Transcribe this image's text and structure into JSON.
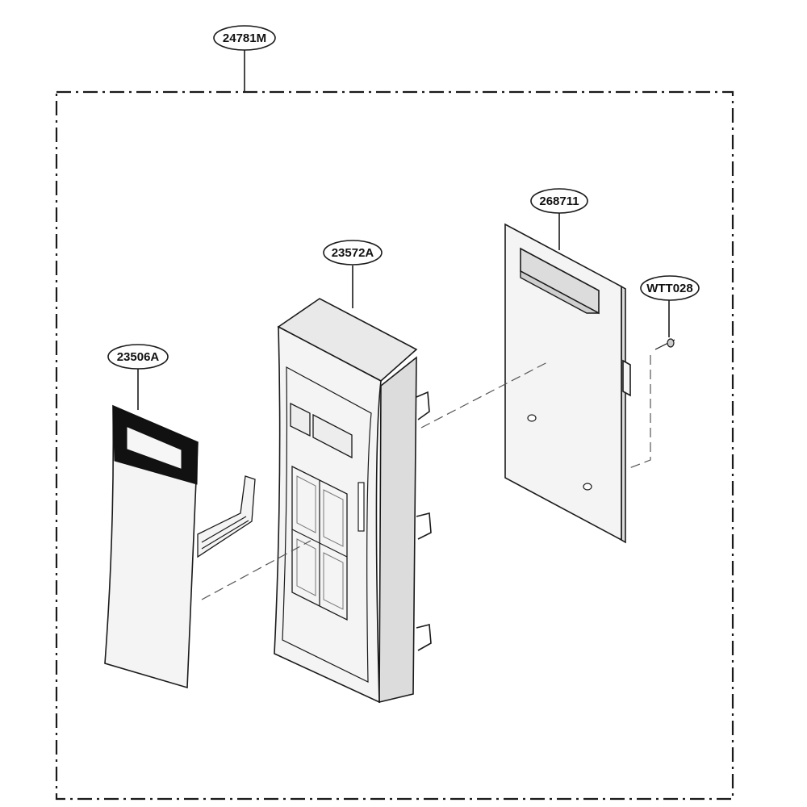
{
  "labels": {
    "assembly": "24781M",
    "board": "268711",
    "screw": "WTT028",
    "panel": "23572A",
    "membrane": "23506A"
  },
  "colors": {
    "line": "#1a1a1a",
    "membrane_top": "#111111"
  }
}
